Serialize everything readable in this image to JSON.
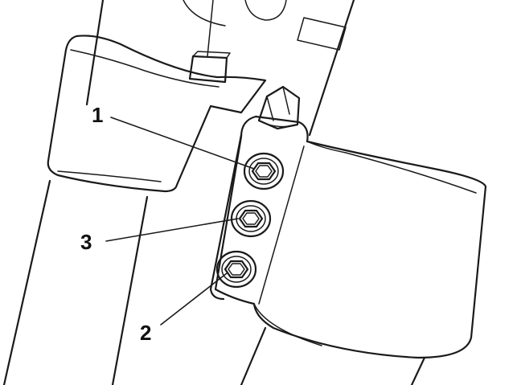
{
  "callouts": [
    {
      "id": "1",
      "label": "1"
    },
    {
      "id": "2",
      "label": "2"
    },
    {
      "id": "3",
      "label": "3"
    }
  ],
  "colors": {
    "line": "#1a1a1a",
    "fill": "#ffffff"
  }
}
